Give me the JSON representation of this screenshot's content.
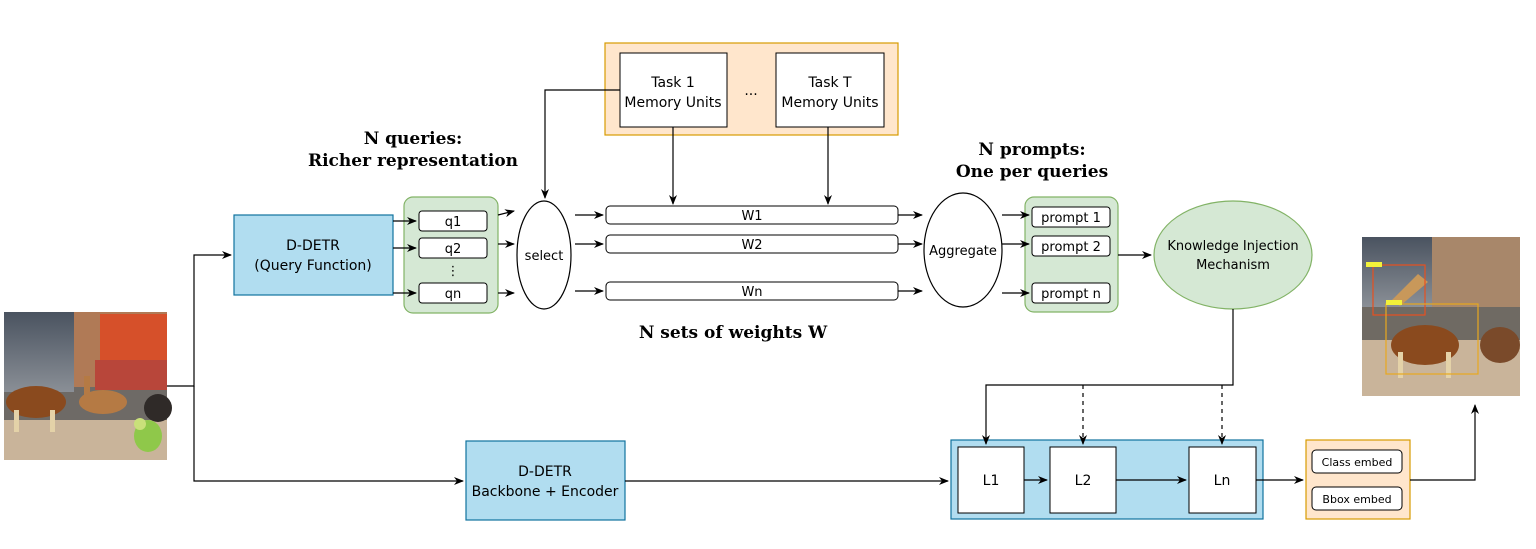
{
  "headings": {
    "queries_line1": "N queries:",
    "queries_line2": "Richer representation",
    "prompts_line1": "N prompts:",
    "prompts_line2": "One per queries",
    "weights": "N sets of weights W"
  },
  "memory": {
    "task1_line1": "Task 1",
    "task1_line2": "Memory Units",
    "ellipsis": "...",
    "taskT_line1": "Task T",
    "taskT_line2": "Memory Units"
  },
  "query_function": {
    "line1": "D-DETR",
    "line2": "(Query Function)"
  },
  "queries": [
    "q1",
    "q2",
    "⋮",
    "qn"
  ],
  "select_label": "select",
  "weights": [
    "W1",
    "W2",
    "Wn"
  ],
  "aggregate_label": "Aggregate",
  "prompts": [
    "prompt 1",
    "prompt 2",
    "prompt n"
  ],
  "knowledge": {
    "line1": "Knowledge Injection",
    "line2": "Mechanism"
  },
  "backbone": {
    "line1": "D-DETR",
    "line2": "Backbone + Encoder"
  },
  "decoder_layers": [
    "L1",
    "L2",
    "Ln"
  ],
  "embeds": [
    "Class embed",
    "Bbox embed"
  ],
  "colors": {
    "blue_fill": "#b1ddf0",
    "blue_stroke": "#10739e",
    "green_fill": "#d5e8d4",
    "green_stroke": "#82b366",
    "orange_fill": "#ffe6cc",
    "orange_stroke": "#d79b00"
  }
}
